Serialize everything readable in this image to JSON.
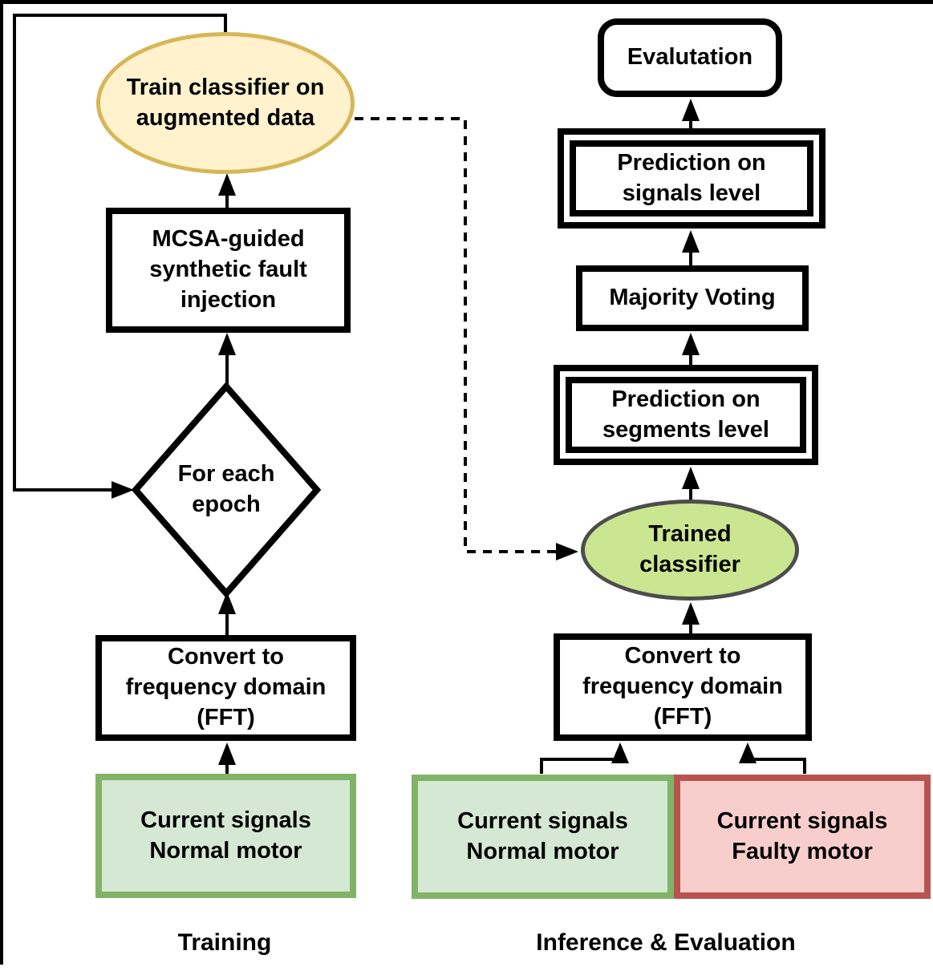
{
  "training": {
    "label": "Training",
    "nodes": {
      "train_classifier": "Train classifier on\naugmented data",
      "mcsa": "MCSA-guided\nsynthetic fault\ninjection",
      "for_each_epoch": "For each\nepoch",
      "fft": "Convert to\nfrequency domain\n(FFT)",
      "current_normal": "Current signals\nNormal motor"
    }
  },
  "inference": {
    "label": "Inference & Evaluation",
    "nodes": {
      "evaluation": "Evalutation",
      "prediction_signals": "Prediction on\nsignals level",
      "majority_voting": "Majority Voting",
      "prediction_segments": "Prediction on\nsegments level",
      "trained_classifier": "Trained\nclassifier",
      "fft": "Convert to\nfrequency domain\n(FFT)",
      "current_normal": "Current signals\nNormal motor",
      "current_faulty": "Current signals\nFaulty motor"
    }
  },
  "colors": {
    "yellow_fill": "#fff2cc",
    "yellow_stroke": "#d6b656",
    "green_fill": "#d5e8d4",
    "green_stroke": "#82b366",
    "red_fill": "#f8cecc",
    "red_stroke": "#b85450",
    "lime_fill": "#cbe690",
    "lime_stroke": "#4d4d4d",
    "line": "#000000"
  }
}
